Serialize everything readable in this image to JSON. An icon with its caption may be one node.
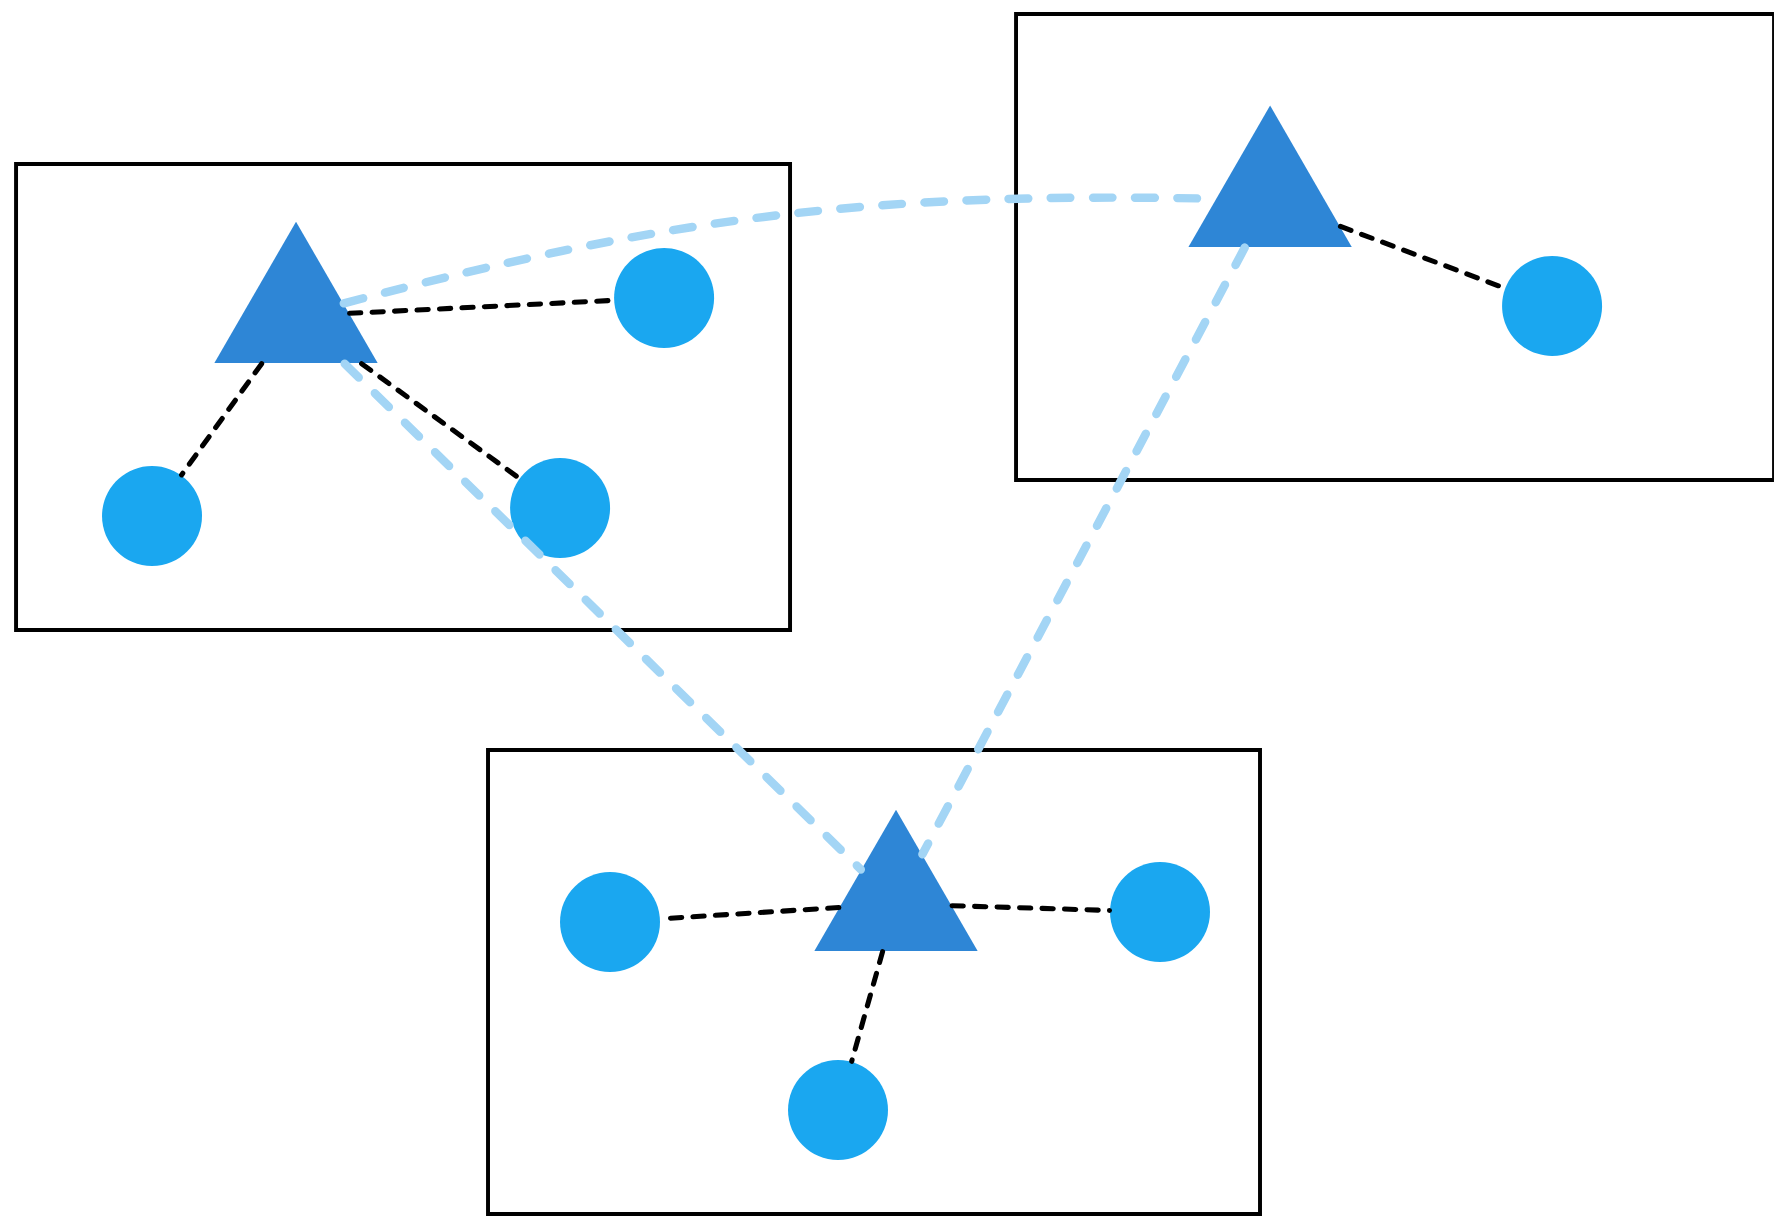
{
  "diagram": {
    "nodes": [
      {
        "text": [],
        "shape": "box"
      },
      {
        "text": [],
        "shape": "triangle",
        "in": 0
      },
      {
        "text": [],
        "shape": "circle",
        "in": 0
      },
      {
        "text": [],
        "shape": "circle",
        "in": 0
      },
      {
        "text": [],
        "shape": "circle",
        "in": 0
      },
      {
        "text": [],
        "shape": "box"
      },
      {
        "text": [],
        "shape": "triangle",
        "in": 5
      },
      {
        "text": [],
        "shape": "circle",
        "in": 5
      },
      {
        "text": [],
        "shape": "box"
      },
      {
        "text": [],
        "shape": "circle",
        "in": 8
      },
      {
        "text": [],
        "shape": "triangle",
        "in": 8
      },
      {
        "text": [],
        "shape": "circle",
        "in": 8
      },
      {
        "text": [],
        "shape": "circle",
        "in": 8
      }
    ],
    "edges": [
      {
        "from": 1,
        "to": 2,
        "arrow": "none"
      },
      {
        "from": 1,
        "to": 3,
        "arrow": "none"
      },
      {
        "from": 1,
        "to": 4,
        "arrow": "none"
      },
      {
        "from": 6,
        "to": 7,
        "arrow": "none"
      },
      {
        "from": 10,
        "to": 9,
        "arrow": "none"
      },
      {
        "from": 10,
        "to": 11,
        "arrow": "none"
      },
      {
        "from": 10,
        "to": 12,
        "arrow": "none"
      },
      {
        "from": 1,
        "to": 6,
        "arrow": "none",
        "style": "dashed",
        "color": "#a3d5f5"
      },
      {
        "from": 1,
        "to": 10,
        "arrow": "none",
        "style": "dashed",
        "color": "#a3d5f5"
      },
      {
        "from": 6,
        "to": 10,
        "arrow": "none",
        "style": "dashed",
        "color": "#a3d5f5"
      }
    ]
  }
}
